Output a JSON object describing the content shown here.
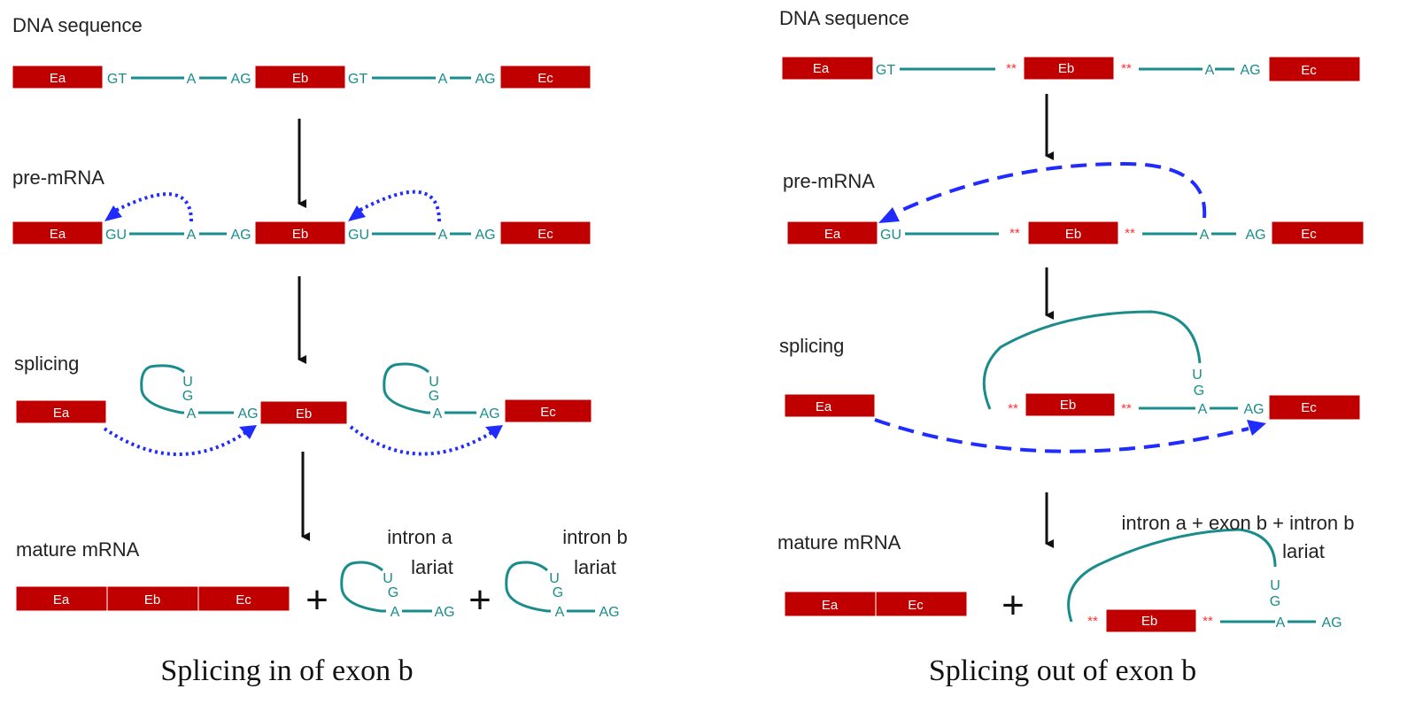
{
  "colors": {
    "exon": "#c00000",
    "intron": "#1a8c8c",
    "splice_arrow": "#1f2bff",
    "marker": "#ff3333"
  },
  "labels": {
    "dna": "DNA sequence",
    "pre": "pre-mRNA",
    "splicing": "splicing",
    "mature": "mature mRNA"
  },
  "exons": {
    "a": "Ea",
    "b": "Eb",
    "c": "Ec"
  },
  "seq": {
    "gt": "GT",
    "gu": "GU",
    "a": "A",
    "ag": "AG",
    "u": "U",
    "g": "G",
    "marker": "**"
  },
  "lariats": {
    "intron_a_1": "intron a",
    "intron_a_2": "lariat",
    "intron_b_1": "intron b",
    "intron_b_2": "lariat",
    "combined_1": "intron a + exon  b + intron b",
    "combined_2": "lariat"
  },
  "plus": "+",
  "captions": {
    "left": "Splicing in of exon b",
    "right": "Splicing out of exon b"
  }
}
